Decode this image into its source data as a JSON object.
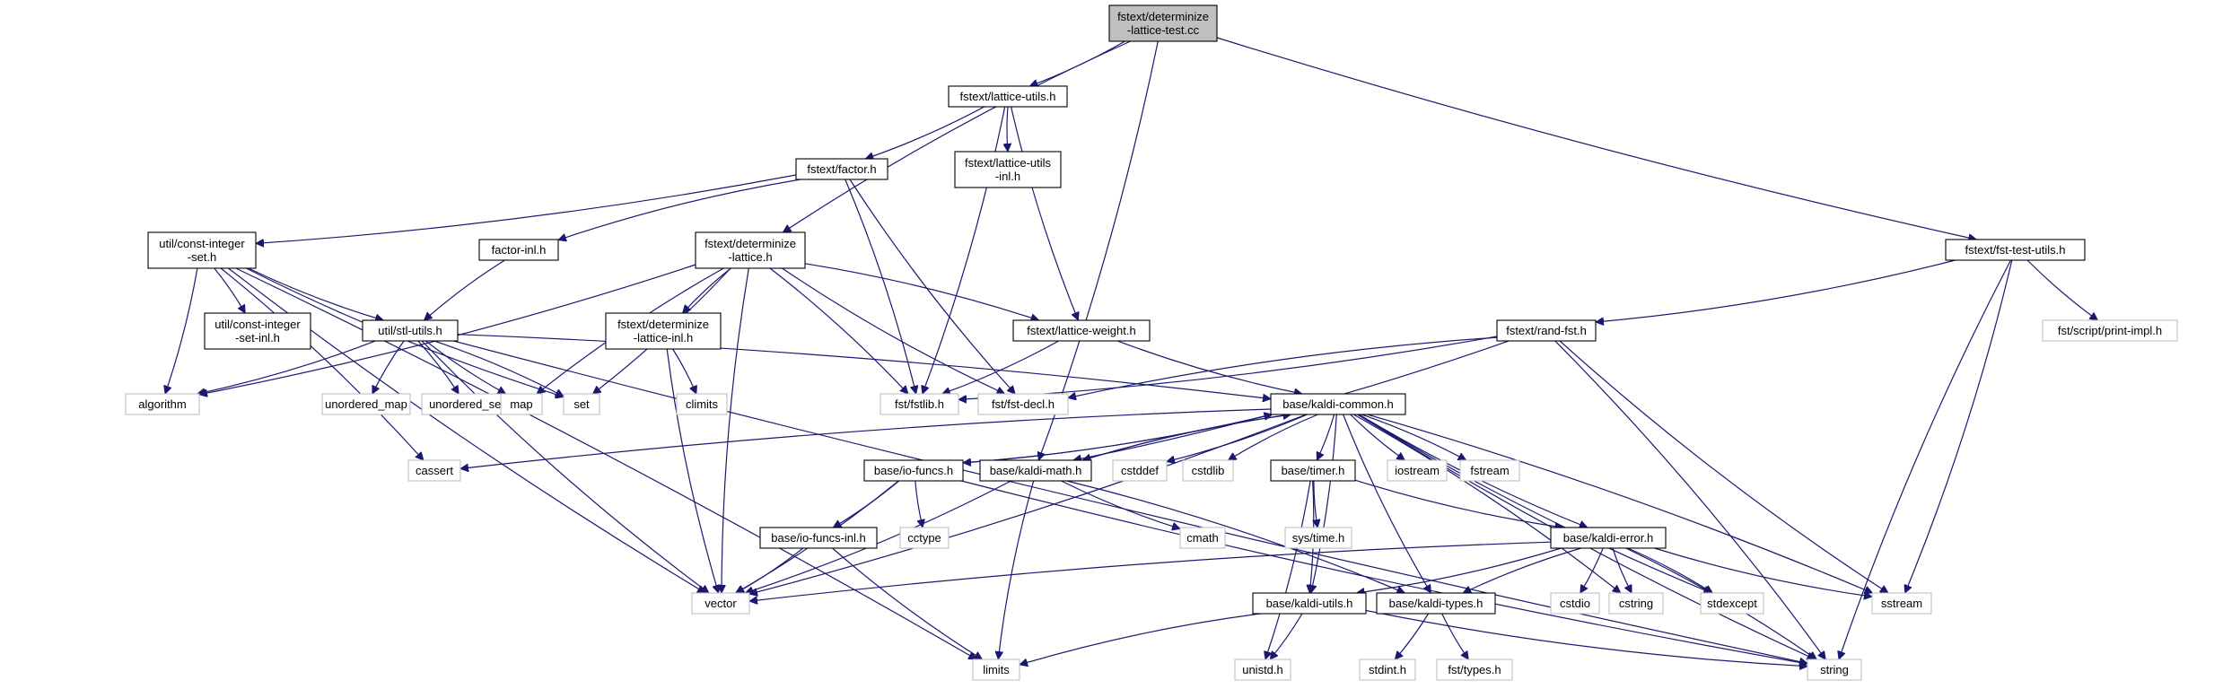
{
  "diagram": {
    "title": "",
    "colors": {
      "edge": "#191970",
      "root_fill": "#bfbfbf",
      "local_border": "#000000",
      "system_border": "#bfbfbf"
    },
    "nodes": [
      {
        "id": "determinize_lattice_test_cc",
        "lines": [
          "fstext/determinize",
          "-lattice-test.cc"
        ],
        "kind": "root"
      },
      {
        "id": "lattice_utils_h",
        "lines": [
          "fstext/lattice-utils.h"
        ],
        "kind": "local"
      },
      {
        "id": "factor_h",
        "lines": [
          "fstext/factor.h"
        ],
        "kind": "local"
      },
      {
        "id": "lattice_utils_inl_h",
        "lines": [
          "fstext/lattice-utils",
          "-inl.h"
        ],
        "kind": "local"
      },
      {
        "id": "const_integer_set_h",
        "lines": [
          "util/const-integer",
          "-set.h"
        ],
        "kind": "local"
      },
      {
        "id": "factor_inl_h",
        "lines": [
          "factor-inl.h"
        ],
        "kind": "local"
      },
      {
        "id": "determinize_lattice_h",
        "lines": [
          "fstext/determinize",
          "-lattice.h"
        ],
        "kind": "local"
      },
      {
        "id": "fst_test_utils_h",
        "lines": [
          "fstext/fst-test-utils.h"
        ],
        "kind": "local"
      },
      {
        "id": "const_integer_set_inl_h",
        "lines": [
          "util/const-integer",
          "-set-inl.h"
        ],
        "kind": "local"
      },
      {
        "id": "stl_utils_h",
        "lines": [
          "util/stl-utils.h"
        ],
        "kind": "local"
      },
      {
        "id": "determinize_lattice_inl_h",
        "lines": [
          "fstext/determinize",
          "-lattice-inl.h"
        ],
        "kind": "local"
      },
      {
        "id": "lattice_weight_h",
        "lines": [
          "fstext/lattice-weight.h"
        ],
        "kind": "local"
      },
      {
        "id": "rand_fst_h",
        "lines": [
          "fstext/rand-fst.h"
        ],
        "kind": "local"
      },
      {
        "id": "print_impl_h",
        "lines": [
          "fst/script/print-impl.h"
        ],
        "kind": "system"
      },
      {
        "id": "algorithm",
        "lines": [
          "algorithm"
        ],
        "kind": "system"
      },
      {
        "id": "unordered_map",
        "lines": [
          "unordered_map"
        ],
        "kind": "system"
      },
      {
        "id": "unordered_set",
        "lines": [
          "unordered_set"
        ],
        "kind": "system"
      },
      {
        "id": "map",
        "lines": [
          "map"
        ],
        "kind": "system"
      },
      {
        "id": "set",
        "lines": [
          "set"
        ],
        "kind": "system"
      },
      {
        "id": "climits",
        "lines": [
          "climits"
        ],
        "kind": "system"
      },
      {
        "id": "fstlib_h",
        "lines": [
          "fst/fstlib.h"
        ],
        "kind": "system"
      },
      {
        "id": "fst_decl_h",
        "lines": [
          "fst/fst-decl.h"
        ],
        "kind": "system"
      },
      {
        "id": "kaldi_common_h",
        "lines": [
          "base/kaldi-common.h"
        ],
        "kind": "local"
      },
      {
        "id": "cassert",
        "lines": [
          "cassert"
        ],
        "kind": "system"
      },
      {
        "id": "io_funcs_h",
        "lines": [
          "base/io-funcs.h"
        ],
        "kind": "local"
      },
      {
        "id": "kaldi_math_h",
        "lines": [
          "base/kaldi-math.h"
        ],
        "kind": "local"
      },
      {
        "id": "cstddef",
        "lines": [
          "cstddef"
        ],
        "kind": "system"
      },
      {
        "id": "cstdlib",
        "lines": [
          "cstdlib"
        ],
        "kind": "system"
      },
      {
        "id": "timer_h",
        "lines": [
          "base/timer.h"
        ],
        "kind": "local"
      },
      {
        "id": "iostream",
        "lines": [
          "iostream"
        ],
        "kind": "system"
      },
      {
        "id": "fstream",
        "lines": [
          "fstream"
        ],
        "kind": "system"
      },
      {
        "id": "io_funcs_inl_h",
        "lines": [
          "base/io-funcs-inl.h"
        ],
        "kind": "local"
      },
      {
        "id": "cctype",
        "lines": [
          "cctype"
        ],
        "kind": "system"
      },
      {
        "id": "cmath",
        "lines": [
          "cmath"
        ],
        "kind": "system"
      },
      {
        "id": "sys_time_h",
        "lines": [
          "sys/time.h"
        ],
        "kind": "system"
      },
      {
        "id": "kaldi_error_h",
        "lines": [
          "base/kaldi-error.h"
        ],
        "kind": "local"
      },
      {
        "id": "vector",
        "lines": [
          "vector"
        ],
        "kind": "system"
      },
      {
        "id": "kaldi_utils_h",
        "lines": [
          "base/kaldi-utils.h"
        ],
        "kind": "local"
      },
      {
        "id": "kaldi_types_h",
        "lines": [
          "base/kaldi-types.h"
        ],
        "kind": "local"
      },
      {
        "id": "cstdio",
        "lines": [
          "cstdio"
        ],
        "kind": "system"
      },
      {
        "id": "cstring",
        "lines": [
          "cstring"
        ],
        "kind": "system"
      },
      {
        "id": "stdexcept",
        "lines": [
          "stdexcept"
        ],
        "kind": "system"
      },
      {
        "id": "sstream",
        "lines": [
          "sstream"
        ],
        "kind": "system"
      },
      {
        "id": "limits",
        "lines": [
          "limits"
        ],
        "kind": "system"
      },
      {
        "id": "unistd_h",
        "lines": [
          "unistd.h"
        ],
        "kind": "system"
      },
      {
        "id": "stdint_h",
        "lines": [
          "stdint.h"
        ],
        "kind": "system"
      },
      {
        "id": "fst_types_h",
        "lines": [
          "fst/types.h"
        ],
        "kind": "system"
      },
      {
        "id": "string",
        "lines": [
          "string"
        ],
        "kind": "system"
      }
    ],
    "edges": [
      [
        "determinize_lattice_test_cc",
        "lattice_utils_h"
      ],
      [
        "determinize_lattice_test_cc",
        "determinize_lattice_h"
      ],
      [
        "determinize_lattice_test_cc",
        "kaldi_math_h"
      ],
      [
        "determinize_lattice_test_cc",
        "fst_test_utils_h"
      ],
      [
        "lattice_utils_h",
        "factor_h"
      ],
      [
        "lattice_utils_h",
        "lattice_utils_inl_h"
      ],
      [
        "lattice_utils_h",
        "fstlib_h"
      ],
      [
        "lattice_utils_h",
        "lattice_weight_h"
      ],
      [
        "factor_h",
        "const_integer_set_h"
      ],
      [
        "factor_h",
        "factor_inl_h"
      ],
      [
        "factor_h",
        "fstlib_h"
      ],
      [
        "factor_h",
        "fst_decl_h"
      ],
      [
        "const_integer_set_h",
        "const_integer_set_inl_h"
      ],
      [
        "const_integer_set_h",
        "stl_utils_h"
      ],
      [
        "const_integer_set_h",
        "algorithm"
      ],
      [
        "const_integer_set_h",
        "set"
      ],
      [
        "const_integer_set_h",
        "cassert"
      ],
      [
        "const_integer_set_h",
        "vector"
      ],
      [
        "const_integer_set_h",
        "limits"
      ],
      [
        "factor_inl_h",
        "stl_utils_h"
      ],
      [
        "determinize_lattice_h",
        "algorithm"
      ],
      [
        "determinize_lattice_h",
        "map"
      ],
      [
        "determinize_lattice_h",
        "set"
      ],
      [
        "determinize_lattice_h",
        "determinize_lattice_inl_h"
      ],
      [
        "determinize_lattice_h",
        "fstlib_h"
      ],
      [
        "determinize_lattice_h",
        "fst_decl_h"
      ],
      [
        "determinize_lattice_h",
        "lattice_weight_h"
      ],
      [
        "determinize_lattice_h",
        "vector"
      ],
      [
        "stl_utils_h",
        "algorithm"
      ],
      [
        "stl_utils_h",
        "unordered_map"
      ],
      [
        "stl_utils_h",
        "unordered_set"
      ],
      [
        "stl_utils_h",
        "map"
      ],
      [
        "stl_utils_h",
        "set"
      ],
      [
        "stl_utils_h",
        "vector"
      ],
      [
        "stl_utils_h",
        "kaldi_common_h"
      ],
      [
        "stl_utils_h",
        "string"
      ],
      [
        "determinize_lattice_inl_h",
        "climits"
      ],
      [
        "determinize_lattice_inl_h",
        "vector"
      ],
      [
        "lattice_weight_h",
        "fstlib_h"
      ],
      [
        "lattice_weight_h",
        "kaldi_common_h"
      ],
      [
        "fst_test_utils_h",
        "rand_fst_h"
      ],
      [
        "fst_test_utils_h",
        "print_impl_h"
      ],
      [
        "fst_test_utils_h",
        "sstream"
      ],
      [
        "fst_test_utils_h",
        "string"
      ],
      [
        "rand_fst_h",
        "fstlib_h"
      ],
      [
        "rand_fst_h",
        "fst_decl_h"
      ],
      [
        "rand_fst_h",
        "kaldi_math_h"
      ],
      [
        "rand_fst_h",
        "sstream"
      ],
      [
        "rand_fst_h",
        "string"
      ],
      [
        "kaldi_common_h",
        "cassert"
      ],
      [
        "kaldi_common_h",
        "io_funcs_h"
      ],
      [
        "kaldi_common_h",
        "kaldi_math_h"
      ],
      [
        "kaldi_common_h",
        "cstddef"
      ],
      [
        "kaldi_common_h",
        "cstdlib"
      ],
      [
        "kaldi_common_h",
        "timer_h"
      ],
      [
        "kaldi_common_h",
        "iostream"
      ],
      [
        "kaldi_common_h",
        "fstream"
      ],
      [
        "kaldi_common_h",
        "kaldi_error_h"
      ],
      [
        "kaldi_common_h",
        "kaldi_utils_h"
      ],
      [
        "kaldi_common_h",
        "kaldi_types_h"
      ],
      [
        "kaldi_common_h",
        "cstring"
      ],
      [
        "kaldi_common_h",
        "stdexcept"
      ],
      [
        "kaldi_common_h",
        "sstream"
      ],
      [
        "kaldi_common_h",
        "string"
      ],
      [
        "kaldi_common_h",
        "vector"
      ],
      [
        "io_funcs_h",
        "kaldi_common_h"
      ],
      [
        "io_funcs_h",
        "io_funcs_inl_h"
      ],
      [
        "io_funcs_h",
        "cctype"
      ],
      [
        "io_funcs_h",
        "vector"
      ],
      [
        "io_funcs_h",
        "string"
      ],
      [
        "io_funcs_inl_h",
        "vector"
      ],
      [
        "io_funcs_inl_h",
        "limits"
      ],
      [
        "kaldi_math_h",
        "kaldi_common_h"
      ],
      [
        "kaldi_math_h",
        "cmath"
      ],
      [
        "kaldi_math_h",
        "vector"
      ],
      [
        "kaldi_math_h",
        "limits"
      ],
      [
        "kaldi_math_h",
        "kaldi_types_h"
      ],
      [
        "timer_h",
        "sys_time_h"
      ],
      [
        "timer_h",
        "unistd_h"
      ],
      [
        "timer_h",
        "kaldi_error_h"
      ],
      [
        "timer_h",
        "kaldi_utils_h"
      ],
      [
        "kaldi_error_h",
        "vector"
      ],
      [
        "kaldi_error_h",
        "kaldi_utils_h"
      ],
      [
        "kaldi_error_h",
        "kaldi_types_h"
      ],
      [
        "kaldi_error_h",
        "cstdio"
      ],
      [
        "kaldi_error_h",
        "cstring"
      ],
      [
        "kaldi_error_h",
        "stdexcept"
      ],
      [
        "kaldi_error_h",
        "sstream"
      ],
      [
        "kaldi_error_h",
        "string"
      ],
      [
        "kaldi_utils_h",
        "limits"
      ],
      [
        "kaldi_utils_h",
        "unistd_h"
      ],
      [
        "kaldi_utils_h",
        "string"
      ],
      [
        "kaldi_types_h",
        "stdint_h"
      ],
      [
        "kaldi_types_h",
        "fst_types_h"
      ]
    ]
  }
}
